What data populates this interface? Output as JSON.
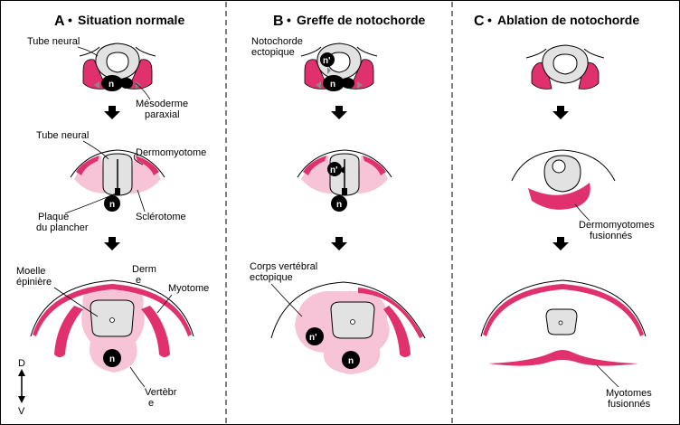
{
  "panels": [
    {
      "letter": "A",
      "title": "Situation normale"
    },
    {
      "letter": "B",
      "title": "Greffe de notochorde"
    },
    {
      "letter": "C",
      "title": "Ablation de notochorde"
    }
  ],
  "labels": {
    "tube_neural_a1": "Tube neural",
    "mesoderme": [
      "Mésoderme",
      "paraxial"
    ],
    "tube_neural_a2": "Tube neural",
    "dermomyotome": "Dermomyotome",
    "plaque": [
      "Plaque",
      "du plancher"
    ],
    "sclerotome": "Sclérotome",
    "moelle": [
      "Moelle",
      "épinière"
    ],
    "derme": [
      "Derm",
      "e"
    ],
    "myotome": "Myotome",
    "vertebre": [
      "Vertèbr",
      "e"
    ],
    "notochorde_ectopique": [
      "Notochorde",
      "ectopique"
    ],
    "corps_vertebral": [
      "Corps vertébral",
      "ectopique"
    ],
    "dermomyotomes_fusionnes": [
      "Dermomyotomes",
      "fusionnés"
    ],
    "myotomes_fusionnes": [
      "Myotomes",
      "fusionnés"
    ]
  },
  "axis": {
    "dorsal": "D",
    "ventral": "V"
  },
  "markers": {
    "notochord": "n",
    "ectopic_notochord": "n'"
  },
  "colors": {
    "magenta": "#e0316e",
    "pink": "#f6c4d6",
    "grey": "#e2e2e2",
    "black": "#000000"
  }
}
